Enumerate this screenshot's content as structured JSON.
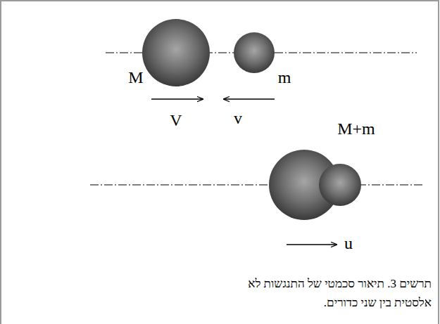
{
  "diagram": {
    "caption": "תרשים 3. תיאור סכמטי של התנגשות לא אלסטית בין שני כדורים.",
    "nodes": [
      {
        "text": [
          "M"
        ]
      },
      {
        "text": [
          "m"
        ]
      },
      {
        "text": [
          "M+m"
        ]
      }
    ],
    "labels": [
      "V",
      "v",
      "u"
    ]
  }
}
